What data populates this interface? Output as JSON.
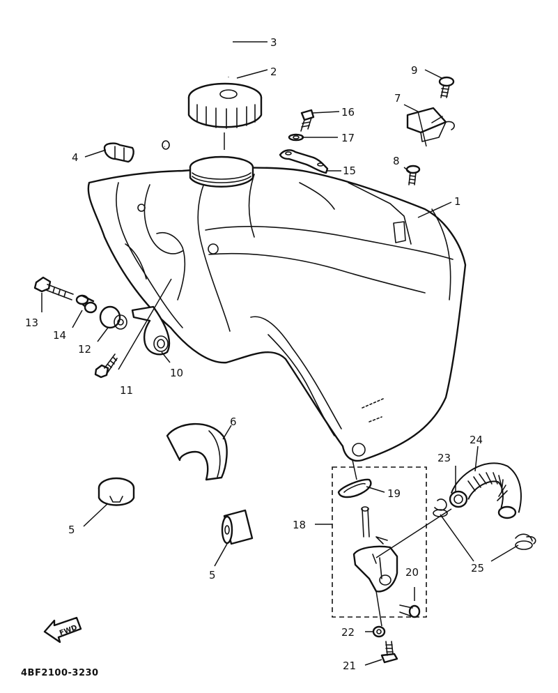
{
  "diagram": {
    "part_code": "4BF2100-3230",
    "fwd_label": "FWD",
    "callouts": {
      "c1": "1",
      "c2": "2",
      "c3": "3",
      "c4": "4",
      "c5a": "5",
      "c5b": "5",
      "c6": "6",
      "c7": "7",
      "c8": "8",
      "c9": "9",
      "c10": "10",
      "c11": "11",
      "c12": "12",
      "c13": "13",
      "c14": "14",
      "c15": "15",
      "c16": "16",
      "c17": "17",
      "c18": "18",
      "c19": "19",
      "c20": "20",
      "c21": "21",
      "c22": "22",
      "c23": "23",
      "c24": "24",
      "c25": "25"
    }
  }
}
